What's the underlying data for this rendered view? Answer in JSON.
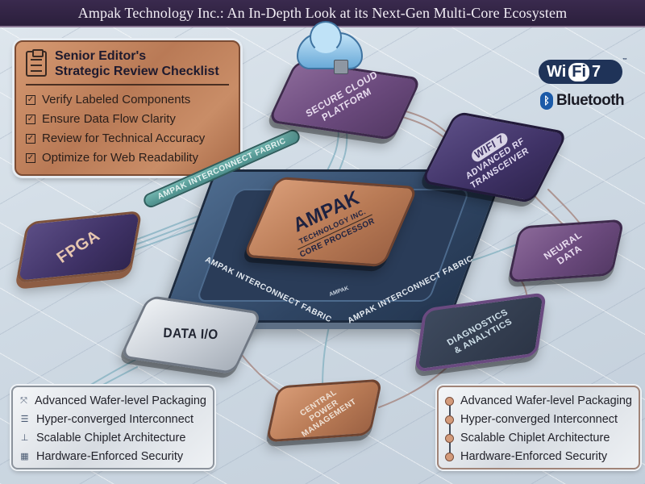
{
  "header": {
    "title": "Ampak Technology Inc.: An In-Depth Look at its Next-Gen Multi-Core Ecosystem"
  },
  "checklist": {
    "title_line1": "Senior Editor's",
    "title_line2": "Strategic Review Checklist",
    "icon": "clipboard-checklist-icon",
    "items": [
      {
        "label": "Verify Labeled Components",
        "checked": true
      },
      {
        "label": "Ensure Data Flow Clarity",
        "checked": true
      },
      {
        "label": "Review for Technical Accuracy",
        "checked": true
      },
      {
        "label": "Optimize for Web Readability",
        "checked": true
      }
    ]
  },
  "logos": {
    "wifi_prefix": "Wi",
    "wifi_fi": "Fi",
    "wifi_version": "7",
    "wifi_tm": "™",
    "bluetooth_symbol": "ᛒ",
    "bluetooth_label": "Bluetooth"
  },
  "components": {
    "cloud": {
      "label_line1": "Secure Cloud",
      "label_line2": "Platform"
    },
    "rf": {
      "badge": "WiFi 7",
      "label_line1": "Advanced RF",
      "label_line2": "Transceiver"
    },
    "core": {
      "name": "AMPAK",
      "sub": "Technology Inc.",
      "role": "Core Processor",
      "small_mark": "AMPAK"
    },
    "fabric": {
      "label": "AMPAK INTERCONNECT FABRIC"
    },
    "fpga": {
      "label": "FPGA"
    },
    "neural": {
      "label_line1": "Neural",
      "label_line2": "Data"
    },
    "data_io": {
      "label": "DATA I/O"
    },
    "diagnostics": {
      "label_line1": "Diagnostics",
      "label_line2": "& Analytics"
    },
    "power": {
      "label_line1": "Central",
      "label_line2": "Power",
      "label_line3": "Management"
    }
  },
  "features_left": {
    "items": [
      {
        "icon": "expand-arrows-icon",
        "glyph": "⤧",
        "label": "Advanced Wafer-level Packaging"
      },
      {
        "icon": "sliders-icon",
        "glyph": "☰",
        "label": "Hyper-converged Interconnect"
      },
      {
        "icon": "chiplet-stack-icon",
        "glyph": "⊥",
        "label": "Scalable Chiplet Architecture"
      },
      {
        "icon": "security-grid-icon",
        "glyph": "▦",
        "label": "Hardware-Enforced Security"
      }
    ]
  },
  "features_right": {
    "items": [
      {
        "label": "Advanced Wafer-level Packaging"
      },
      {
        "label": "Hyper-converged Interconnect"
      },
      {
        "label": "Scalable Chiplet Architecture"
      },
      {
        "label": "Hardware-Enforced Security"
      }
    ]
  },
  "colors": {
    "title_bar": "#2b1f3c",
    "copper": "#b97a56",
    "purple": "#6b4a7d",
    "violet": "#3f3266",
    "teal_fabric": "#4d8f8c",
    "navy_core": "#2f4563"
  }
}
